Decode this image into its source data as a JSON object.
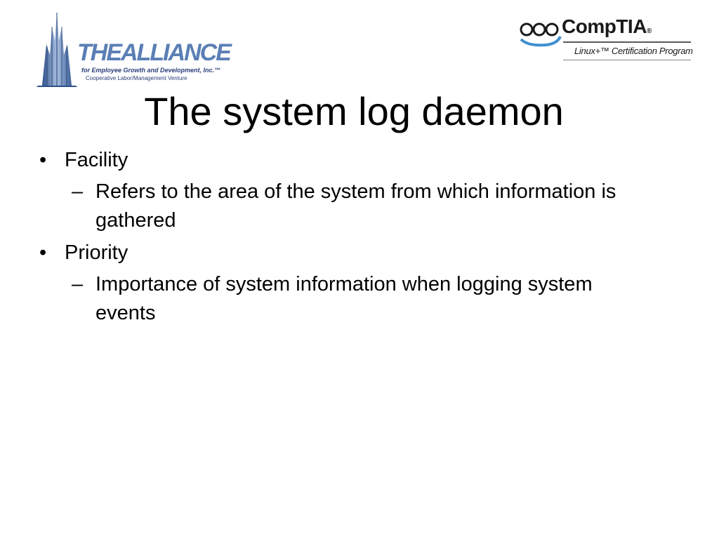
{
  "logos": {
    "alliance": {
      "wordmark": "THEALLIANCE",
      "tagline": "for Employee Growth and Development, Inc.™",
      "subtitle": "Cooperative Labor/Management Venture",
      "color": "#5a7fb5"
    },
    "comptia": {
      "wordmark": "CompTIA",
      "reg": "®",
      "program": "Linux+™ Certification Program",
      "circle_color": "#3f8fd0"
    }
  },
  "slide": {
    "title": "The system log daemon",
    "bullets": [
      {
        "marker": "•",
        "text": "Facility",
        "sub": {
          "marker": "–",
          "text": "Refers to the area of the system from which information is gathered"
        }
      },
      {
        "marker": "•",
        "text": "Priority",
        "sub": {
          "marker": "–",
          "text": "Importance of system information when logging system events"
        }
      }
    ]
  }
}
